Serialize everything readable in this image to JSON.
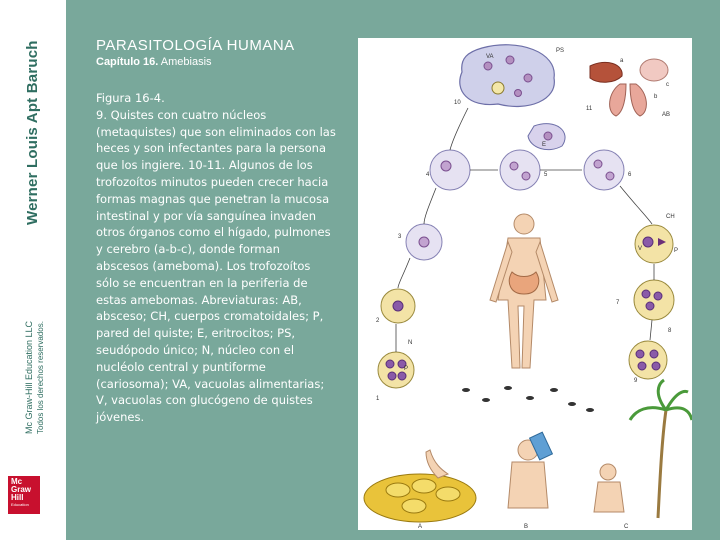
{
  "sidebar": {
    "author": "Werner Louis Apt Baruch",
    "copyright_line1": "Mc Graw-Hill Education LLC",
    "copyright_line2": "Todos los derechos reservados.",
    "logo": [
      "Mc",
      "Graw",
      "Hill",
      "Education"
    ]
  },
  "header": {
    "title": "PARASITOLOGÍA HUMANA",
    "chapter": "Capítulo 16.",
    "chapter_topic": "Amebiasis"
  },
  "caption": {
    "figure_label": "Figura 16-4.",
    "text": "9. Quistes con cuatro núcleos (metaquistes) que son eliminados con las heces y son infectantes para la persona que los ingiere. 10-11. Algunos de los trofozoítos minutos pueden crecer hacia formas magnas que penetran la mucosa intestinal y por vía sanguínea invaden otros órganos como el hígado, pulmones y cerebro (a-b-c), donde forman abscesos (ameboma). Los trofozoítos sólo se encuentran en la periferia de estas amebomas. Abreviaturas: AB, absceso; CH, cuerpos cromatoidales; P, pared del quiste; E, eritrocitos; PS, seudópodo único; N, núcleo con el nucléolo central y puntiforme (cariosoma); VA, vacuolas alimentarias; V, vacuolas con glucógeno de quistes jóvenes."
  },
  "figure": {
    "labels": [
      "VA",
      "PS",
      "10",
      "11",
      "AB",
      "E",
      "4",
      "5",
      "6",
      "3",
      "CH",
      "V",
      "P",
      "2",
      "7",
      "8",
      "N",
      "P",
      "1",
      "9",
      "A",
      "B",
      "C",
      "a",
      "b",
      "c"
    ]
  },
  "colors": {
    "background": "#79a89b",
    "sidebar_text": "#2f6e61",
    "logo": "#c8102e"
  }
}
